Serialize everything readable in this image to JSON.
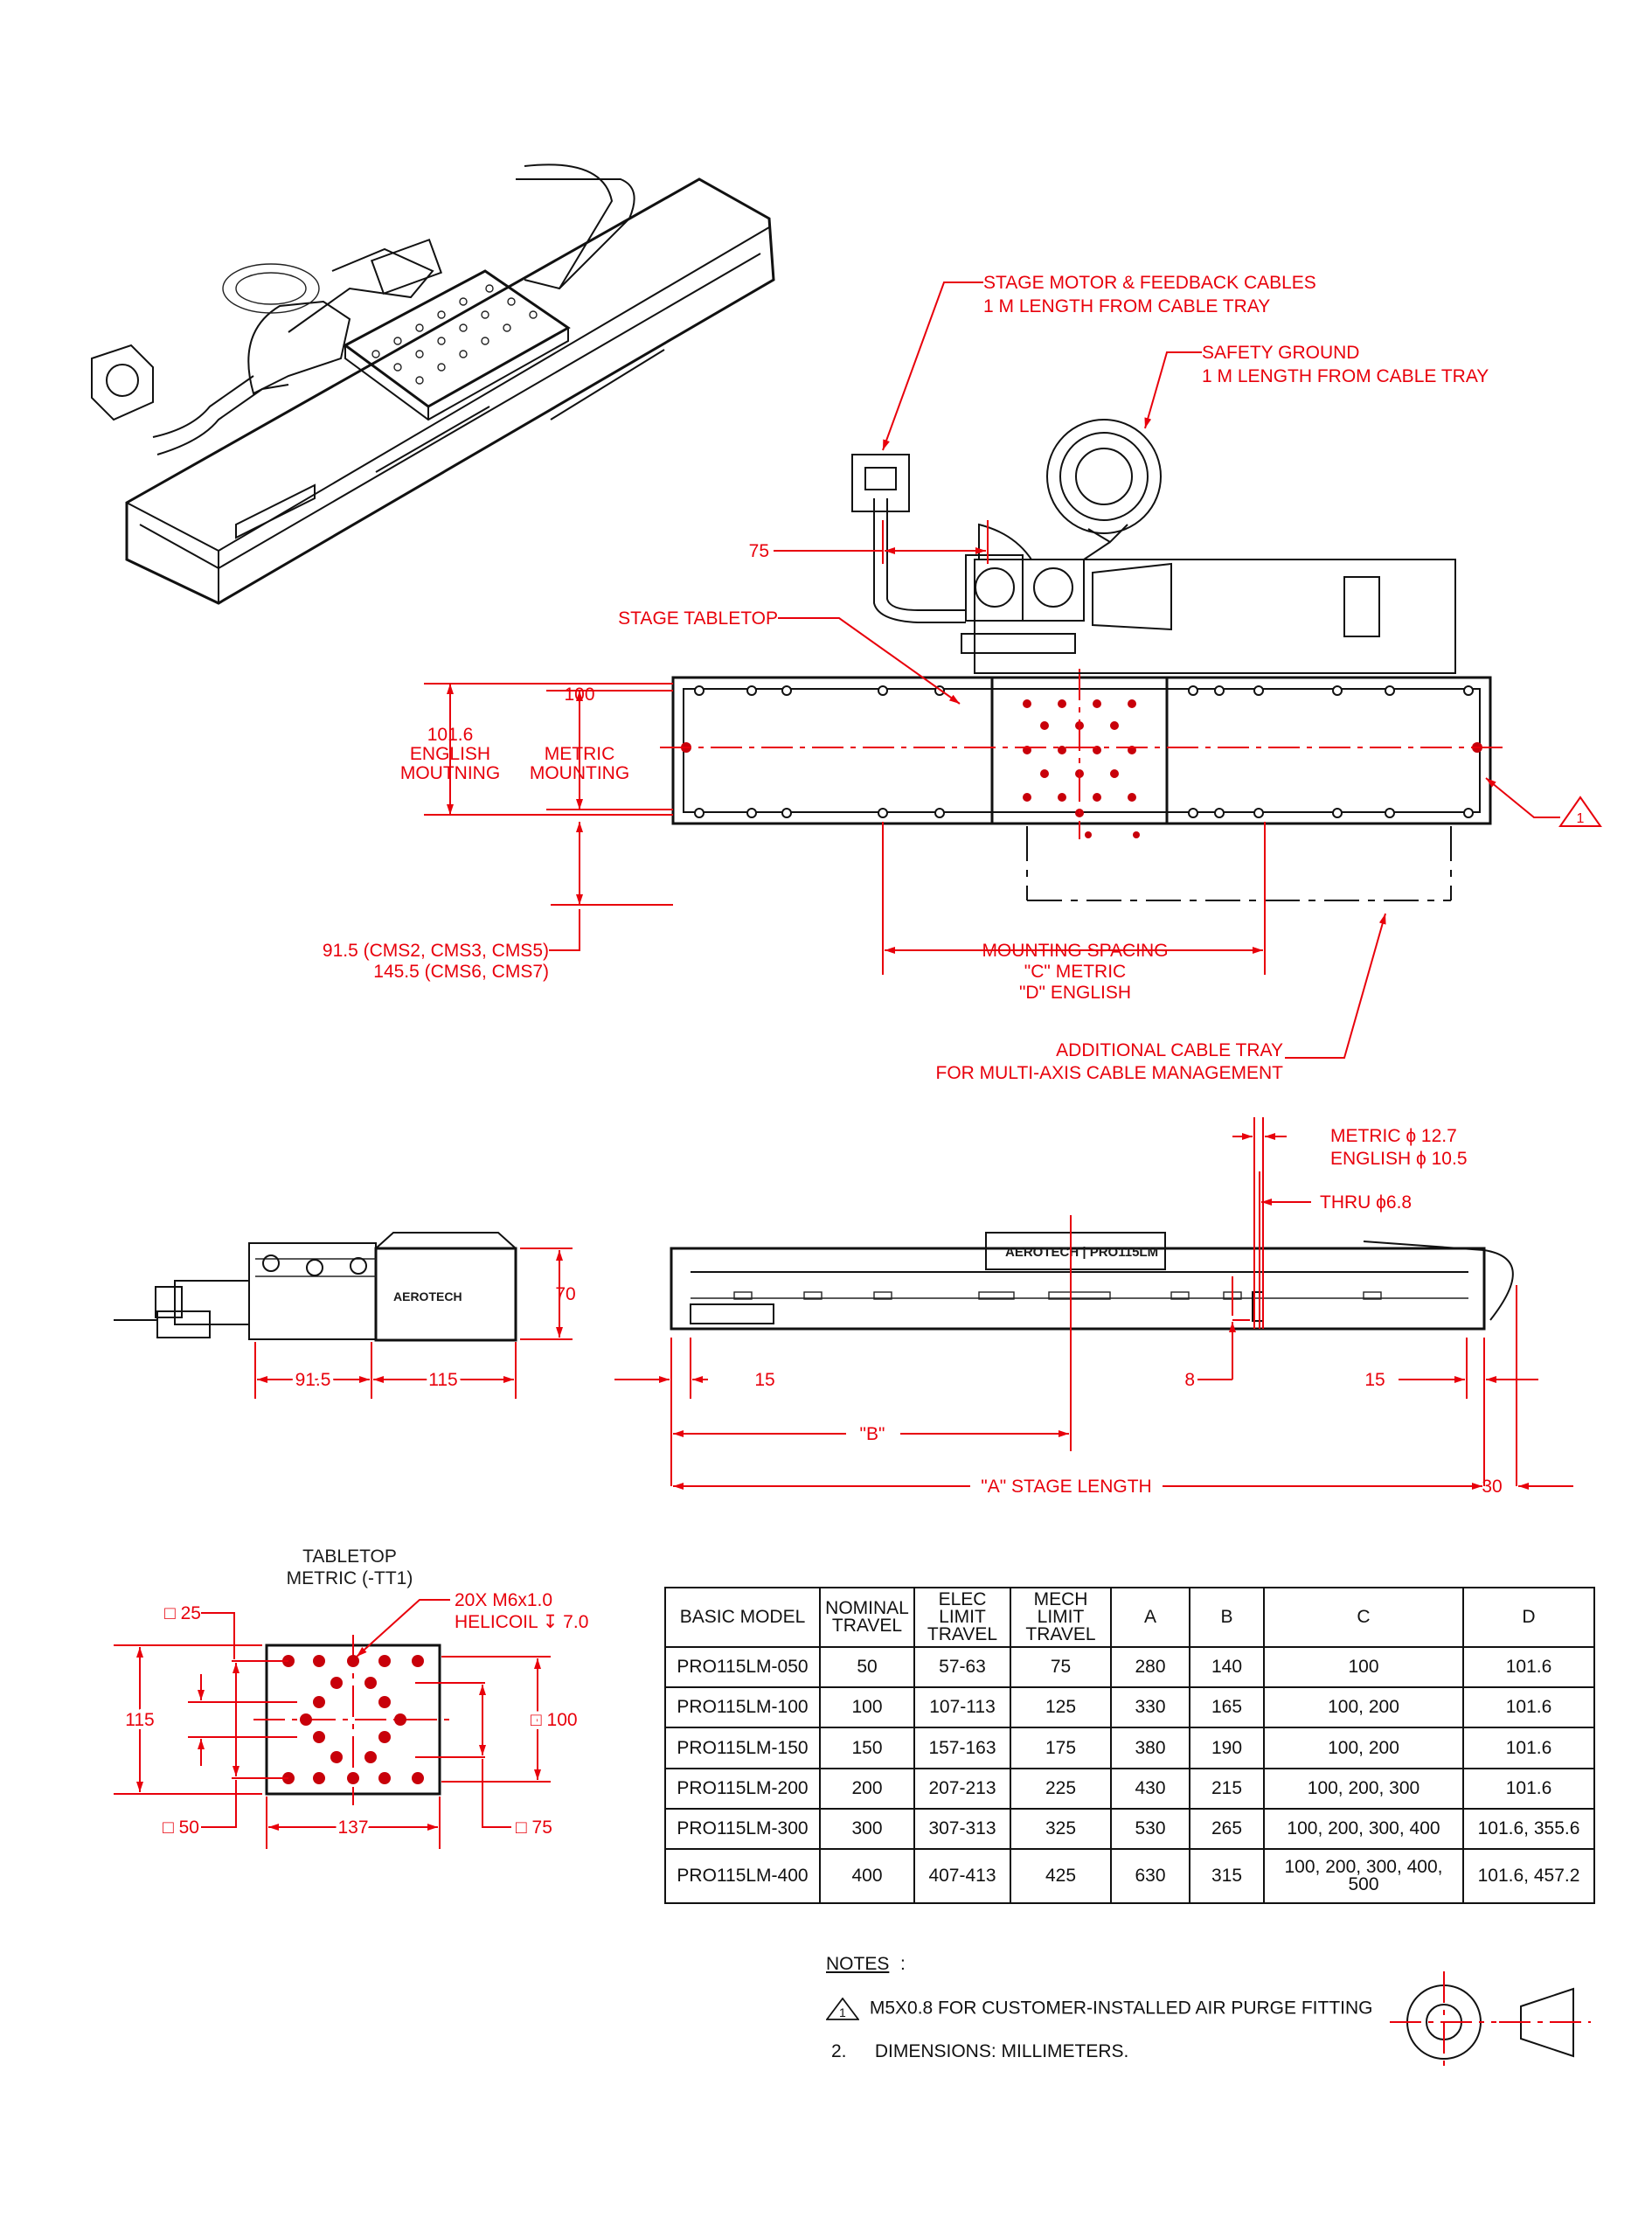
{
  "callouts": {
    "motor_cables_1": "STAGE MOTOR & FEEDBACK CABLES",
    "motor_cables_2": "1 M LENGTH FROM CABLE TRAY",
    "safety_ground_1": "SAFETY GROUND",
    "safety_ground_2": "1 M LENGTH FROM CABLE TRAY",
    "stage_tabletop": "STAGE TABLETOP",
    "dim_75": "75",
    "english_1": "101.6",
    "english_2": "ENGLISH",
    "english_3": "MOUTNING",
    "metric_1": "100",
    "metric_2": "METRIC",
    "metric_3": "MOUNTING",
    "note_flag": "1",
    "cms_1": "91.5 (CMS2, CMS3, CMS5)",
    "cms_2": "145.5 (CMS6, CMS7)",
    "spacing_1": "MOUNTING SPACING",
    "spacing_2": "\"C\" METRIC",
    "spacing_3": "\"D\" ENGLISH",
    "tray_1": "ADDITIONAL CABLE TRAY",
    "tray_2": "FOR MULTI-AXIS CABLE MANAGEMENT"
  },
  "side_view": {
    "metric_dia": "METRIC ϕ 12.7",
    "english_dia": "ENGLISH ϕ  10.5",
    "thru": "THRU ϕ6.8",
    "dim_70": "70",
    "dim_91_5": "91.5",
    "dim_115": "115",
    "dim_15_left": "15",
    "dim_8": "8",
    "dim_15_right": "15",
    "dim_b": "\"B\"",
    "dim_a": "\"A\" STAGE LENGTH",
    "dim_30": "30"
  },
  "tabletop": {
    "title_1": "TABLETOP",
    "title_2": "METRIC (-TT1)",
    "holes_1": "20X M6x1.0",
    "holes_2": "HELICOIL ↧ 7.0",
    "sq_25": "□ 25",
    "dim_115": "115",
    "sq_100": "□ 100",
    "sq_50": "□ 50",
    "dim_137": "137",
    "sq_75": "□ 75"
  },
  "table": {
    "headers": [
      "BASIC MODEL",
      "NOMINAL\nTRAVEL",
      "ELEC\nLIMIT\nTRAVEL",
      "MECH\nLIMIT\nTRAVEL",
      "A",
      "B",
      "C",
      "D"
    ],
    "rows": [
      [
        "PRO115LM-050",
        "50",
        "57-63",
        "75",
        "280",
        "140",
        "100",
        "101.6"
      ],
      [
        "PRO115LM-100",
        "100",
        "107-113",
        "125",
        "330",
        "165",
        "100, 200",
        "101.6"
      ],
      [
        "PRO115LM-150",
        "150",
        "157-163",
        "175",
        "380",
        "190",
        "100, 200",
        "101.6"
      ],
      [
        "PRO115LM-200",
        "200",
        "207-213",
        "225",
        "430",
        "215",
        "100, 200, 300",
        "101.6"
      ],
      [
        "PRO115LM-300",
        "300",
        "307-313",
        "325",
        "530",
        "265",
        "100, 200, 300, 400",
        "101.6, 355.6"
      ],
      [
        "PRO115LM-400",
        "400",
        "407-413",
        "425",
        "630",
        "315",
        "100, 200, 300, 400,\n500",
        "101.6, 457.2"
      ]
    ]
  },
  "notes": {
    "title": "NOTES",
    "title_colon": ":",
    "note1_num": "1",
    "note1": "M5X0.8 FOR CUSTOMER-INSTALLED AIR PURGE FITTING",
    "note2_num": "2.",
    "note2": "DIMENSIONS: MILLIMETERS."
  },
  "colors": {
    "dimension_red": "#e8000b",
    "line_black": "#111111"
  }
}
